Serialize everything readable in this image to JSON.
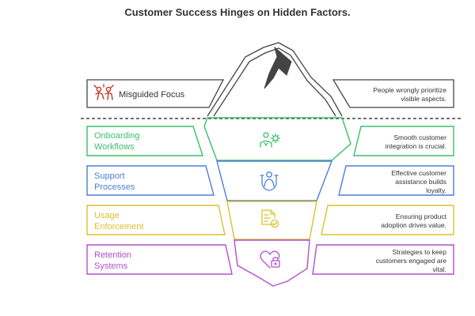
{
  "title": "Customer Success Hinges on Hidden Factors.",
  "top": {
    "label": "Misguided Focus",
    "description": [
      "People wrongly prioritize",
      "visible aspects."
    ],
    "icon": "people-conflict-icon",
    "color": "#c0392b"
  },
  "layers": [
    {
      "label": [
        "Onboarding",
        "Workflows"
      ],
      "description": [
        "Smooth customer",
        "integration is crucial."
      ],
      "icon": "person-gear-icon",
      "color": "#3cbf6b"
    },
    {
      "label": [
        "Support",
        "Processes"
      ],
      "description": [
        "Effective customer",
        "assistance builds",
        "loyalty."
      ],
      "icon": "support-people-icon",
      "color": "#4a7fd6"
    },
    {
      "label": [
        "Usage",
        "Enforcement"
      ],
      "description": [
        "Ensuring product",
        "adoption drives value."
      ],
      "icon": "document-check-icon",
      "color": "#d9c22e"
    },
    {
      "label": [
        "Retention",
        "Systems"
      ],
      "description": [
        "Strategies to keep",
        "customers engaged are",
        "vital."
      ],
      "icon": "heart-lock-icon",
      "color": "#b24fcf"
    }
  ]
}
